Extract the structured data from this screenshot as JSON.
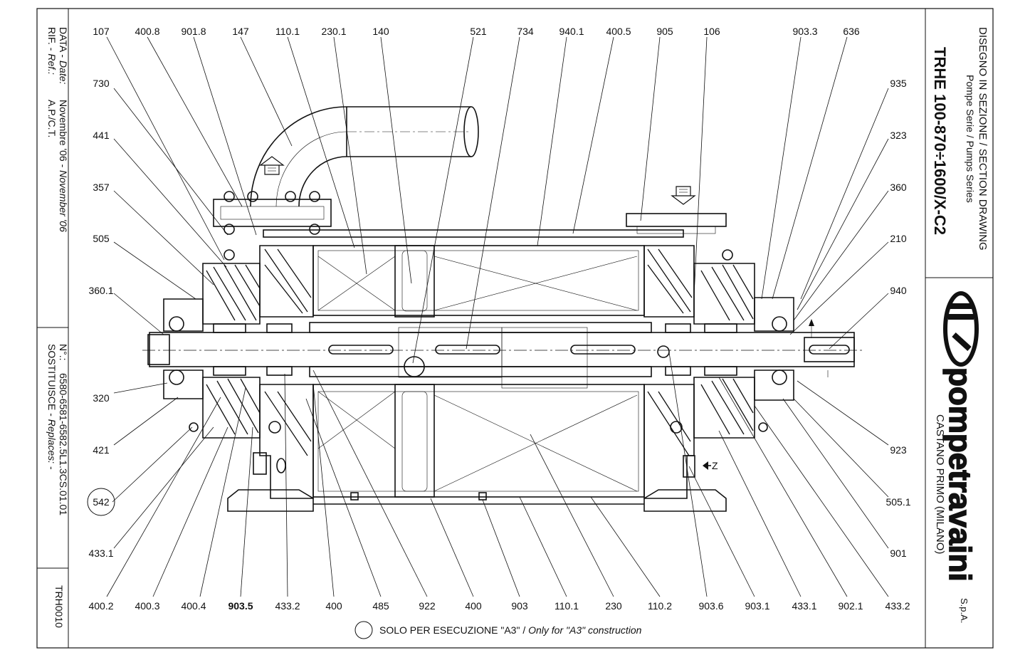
{
  "side_block": {
    "rif_label": "RIF. - ",
    "rif_label_en": "Ref.:",
    "rif_value": "A.P./C.T.",
    "data_label": "DATA - ",
    "data_label_en": "Date:",
    "data_value_it": "Novembre '06 - ",
    "data_value_en": "November '06",
    "nr_label": "N°.:",
    "nr_value": "6580-6581-6582.5L1.3CS.01.01",
    "sostituisce_label": "SOSTITUISCE - ",
    "sostituisce_label_en": "Replaces:",
    "sostituisce_value": " -",
    "code": "TRH0010"
  },
  "title_block": {
    "heading": "DISEGNO IN SEZIONE / SECTION DRAWING",
    "subheading": "Pompe Serie / Pumps Series",
    "model": "TRHE 100-870÷1600/X-C2",
    "company": "pompetravaini",
    "company_suffix": "S.p.A.",
    "location": "CASTANO PRIMO  (MILANO)"
  },
  "callouts": {
    "top": [
      "107",
      "400.8",
      "901.8",
      "147",
      "110.1",
      "230.1",
      "140",
      "521",
      "734",
      "940.1",
      "400.5",
      "905",
      "106",
      "903.3",
      "636"
    ],
    "left": [
      "730",
      "441",
      "357",
      "505",
      "360.1",
      "320",
      "421",
      "542",
      "433.1"
    ],
    "right": [
      "935",
      "323",
      "360",
      "210",
      "940",
      "923",
      "505.1",
      "901"
    ],
    "bottom": [
      "400.2",
      "400.3",
      "400.4",
      "903.5",
      "433.2",
      "400",
      "485",
      "922",
      "400",
      "903",
      "110.1",
      "230",
      "110.2",
      "903.6",
      "903.1",
      "433.1",
      "902.1",
      "433.2"
    ]
  },
  "z_label": "Z",
  "footnote": {
    "text": "SOLO PER ESECUZIONE \"A3\" / ",
    "text_en": "Only for \"A3\" construction"
  }
}
